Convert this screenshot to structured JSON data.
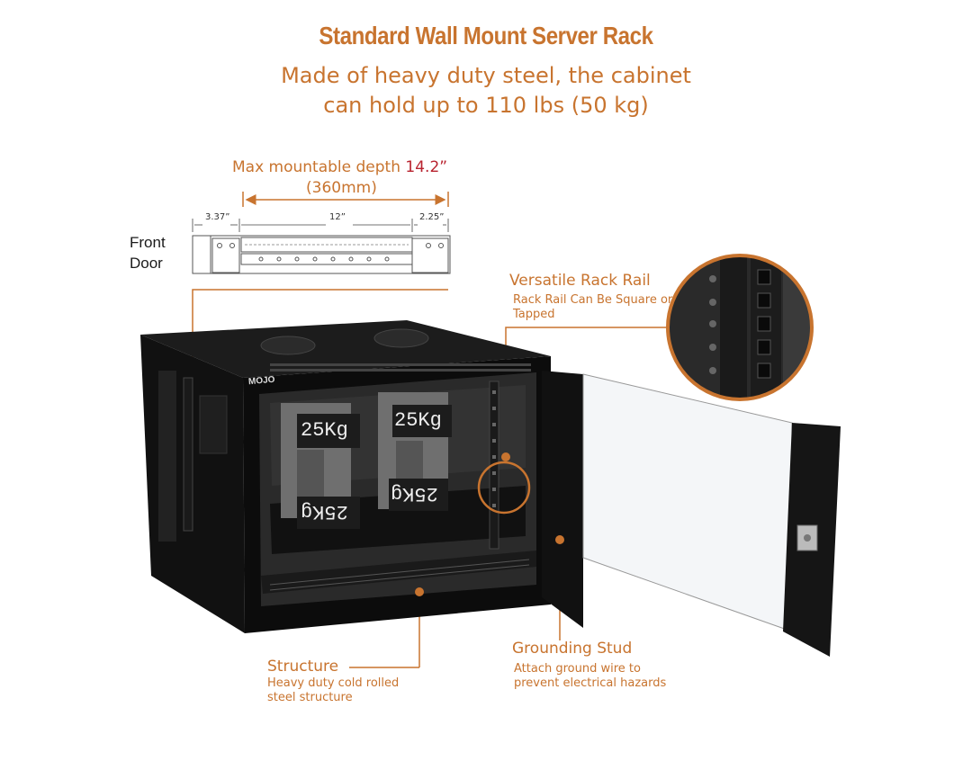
{
  "header": {
    "title": "Standard Wall Mount Server Rack",
    "subtitle_line1": "Made of heavy duty steel, the cabinet",
    "subtitle_line2": "can hold up to 110 lbs (50 kg)"
  },
  "depth": {
    "label": "Max mountable depth",
    "value": "14.2”",
    "metric": "(360mm)"
  },
  "dimensions": {
    "front": "3.37”",
    "middle": "12”",
    "rear": "2.25”"
  },
  "front_door": {
    "line1": "Front",
    "line2": "Door"
  },
  "brand": "MOJO",
  "weights": [
    "25Kg",
    "25Kg",
    "25Kg",
    "25Kg"
  ],
  "callouts": {
    "rail": {
      "title": "Versatile Rack Rail",
      "desc": "Rack Rail Can Be Square or Tapped"
    },
    "structure": {
      "title": "Structure",
      "desc": "Heavy duty cold rolled steel structure"
    },
    "grounding": {
      "title": "Grounding Stud",
      "desc": "Attach ground wire to prevent electrical hazards"
    }
  },
  "colors": {
    "accent": "#c8742f",
    "highlight": "#b8232f",
    "cabinet": "#141414"
  }
}
